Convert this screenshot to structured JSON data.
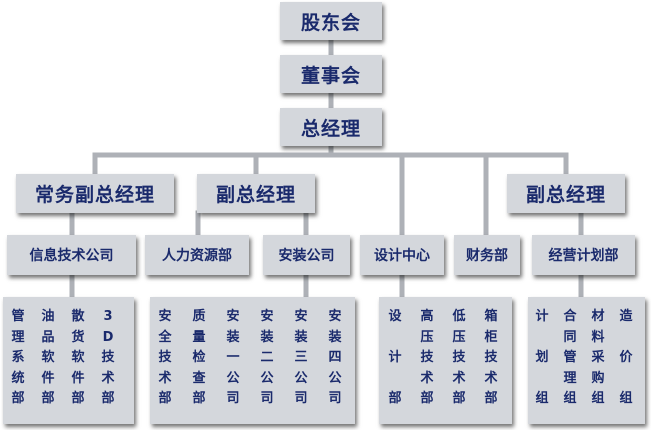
{
  "top": {
    "shareholders": "股东会",
    "board": "董事会",
    "gm": "总经理"
  },
  "vps": {
    "executive_vp": "常务副总经理",
    "vp_a": "副总经理",
    "vp_b": "副总经理"
  },
  "departments": {
    "info_tech": "信息技术公司",
    "hr": "人力资源部",
    "install": "安装公司",
    "design": "设计中心",
    "finance": "财务部",
    "planning": "经营计划部"
  },
  "groups": {
    "info_tech": [
      "管\n理\n系\n统\n部",
      "油\n品\n软\n件\n部",
      "散\n货\n软\n件\n部",
      "3\nD\n技\n术\n部"
    ],
    "install": [
      "安\n全\n技\n术\n部",
      "质\n量\n检\n查\n部",
      "安\n装\n一\n公\n司",
      "安\n装\n二\n公\n司",
      "安\n装\n三\n公\n司",
      "安\n装\n四\n公\n司"
    ],
    "design": [
      "设\n\n计\n\n部",
      "高\n压\n技\n术\n部",
      "低\n压\n技\n术\n部",
      "箱\n柜\n技\n术\n部"
    ],
    "planning": [
      "计\n\n划\n\n组",
      "合\n同\n管\n理\n组",
      "材\n料\n采\n购\n组",
      "造\n\n价\n\n组"
    ]
  }
}
